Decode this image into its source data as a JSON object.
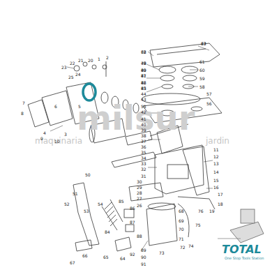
{
  "diagram": {
    "labels": [
      "milsur",
      "maquinaria",
      "jardin",
      "TOTAL",
      "One Stop Tools Station",
      "63",
      "62",
      "48",
      "49",
      "47",
      "46",
      "45",
      "44",
      "43",
      "61",
      "60",
      "59",
      "58",
      "57",
      "56",
      "55",
      "42",
      "41",
      "40",
      "39",
      "38",
      "37",
      "36",
      "35",
      "34",
      "33",
      "32",
      "31",
      "30",
      "29",
      "28",
      "27",
      "26",
      "25",
      "24",
      "23",
      "22",
      "21",
      "20",
      "1",
      "2",
      "3",
      "4",
      "5",
      "6",
      "7",
      "8",
      "9",
      "10",
      "11",
      "12",
      "13",
      "14",
      "15",
      "16",
      "17",
      "18",
      "19",
      "50",
      "51",
      "52",
      "53",
      "54",
      "84",
      "85",
      "86",
      "87",
      "88",
      "89",
      "90",
      "91",
      "92",
      "64",
      "65",
      "66",
      "67",
      "68",
      "69",
      "70",
      "71",
      "72",
      "73",
      "74",
      "75",
      "76",
      "77",
      "78",
      "79",
      "80",
      "81",
      "82",
      "83"
    ]
  }
}
